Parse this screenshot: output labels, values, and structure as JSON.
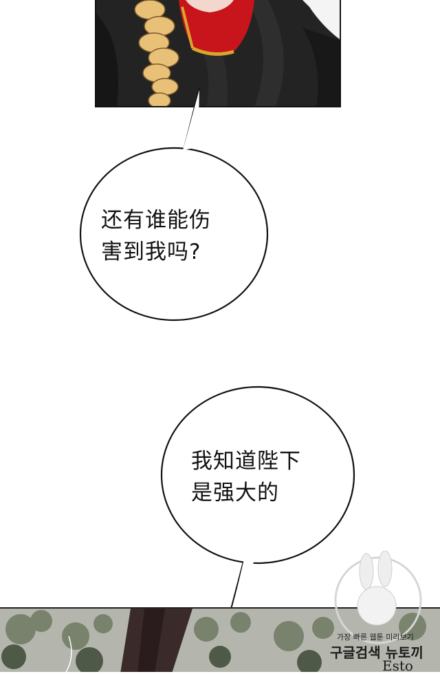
{
  "bubbles": [
    {
      "line1": "还有谁能伤",
      "line2": "害到我吗?"
    },
    {
      "line1": "我知道陛下",
      "line2": "是强大的"
    }
  ],
  "watermark": {
    "line1": "가장 빠른 웹툰 미리보기",
    "line2": "구글검색 뉴토끼",
    "line3": "Esto"
  }
}
